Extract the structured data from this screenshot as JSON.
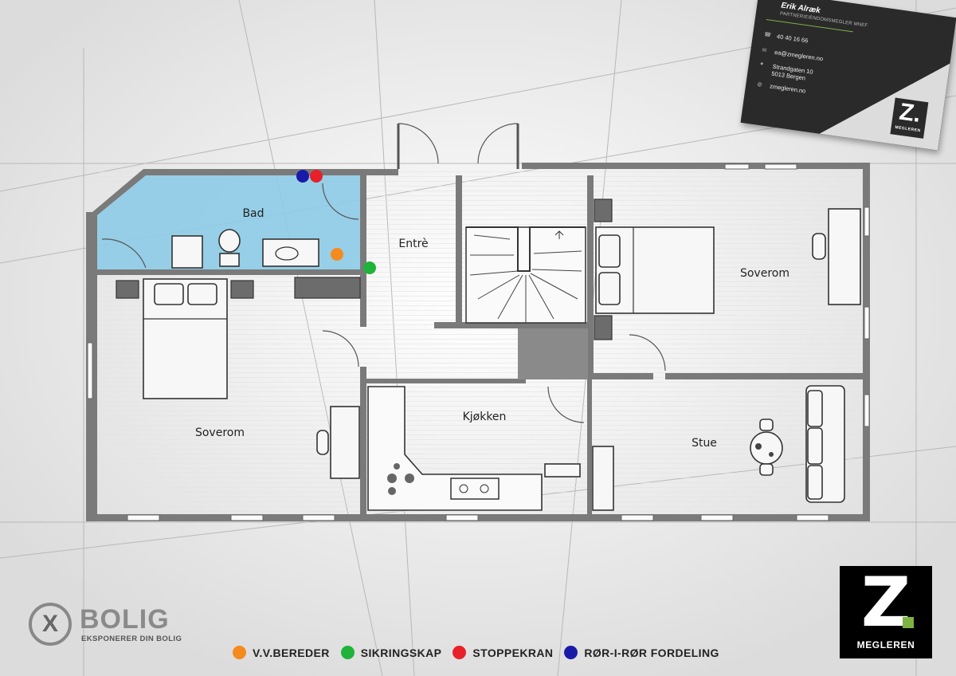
{
  "rooms": {
    "bad": "Bad",
    "entre": "Entrè",
    "soverom_right": "Soverom",
    "soverom_left": "Soverom",
    "kjokken": "Kjøkken",
    "stue": "Stue"
  },
  "markers": {
    "vvbereder": {
      "color": "#f58a1f"
    },
    "sikringsskap": {
      "color": "#1fb33a"
    },
    "stoppekran": {
      "color": "#e8202a"
    },
    "ror_i_ror": {
      "color": "#1a1aa8"
    }
  },
  "legend": [
    {
      "label": "V.V.BEREDER",
      "color": "#f58a1f"
    },
    {
      "label": "SIKRINGSKAP",
      "color": "#1fb33a"
    },
    {
      "label": "STOPPEKRAN",
      "color": "#e8202a"
    },
    {
      "label": "RØR-I-RØR FORDELING",
      "color": "#1a1aa8"
    }
  ],
  "card": {
    "name": "Erik Alræk",
    "title": "PARTNER/EIENDOMSMEGLER MNEF",
    "phone": "40 40 16 66",
    "email": "ea@zmegleren.no",
    "address_line1": "Strandgaten 10",
    "address_line2": "5013 Bergen",
    "web": "zmegleren.no",
    "logo_letter": "Z.",
    "logo_label": "MEGLEREN"
  },
  "zlogo": {
    "letter": "Z",
    "label": "MEGLEREN",
    "accent": "#7cb342"
  },
  "xbolig": {
    "mark": "X",
    "word": "BOLIG",
    "tagline": "EKSPONERER DIN BOLIG"
  },
  "colors": {
    "bath_fill": "#8ccbe6",
    "wall": "#7a7a7a",
    "accent_green": "#7cb342"
  }
}
